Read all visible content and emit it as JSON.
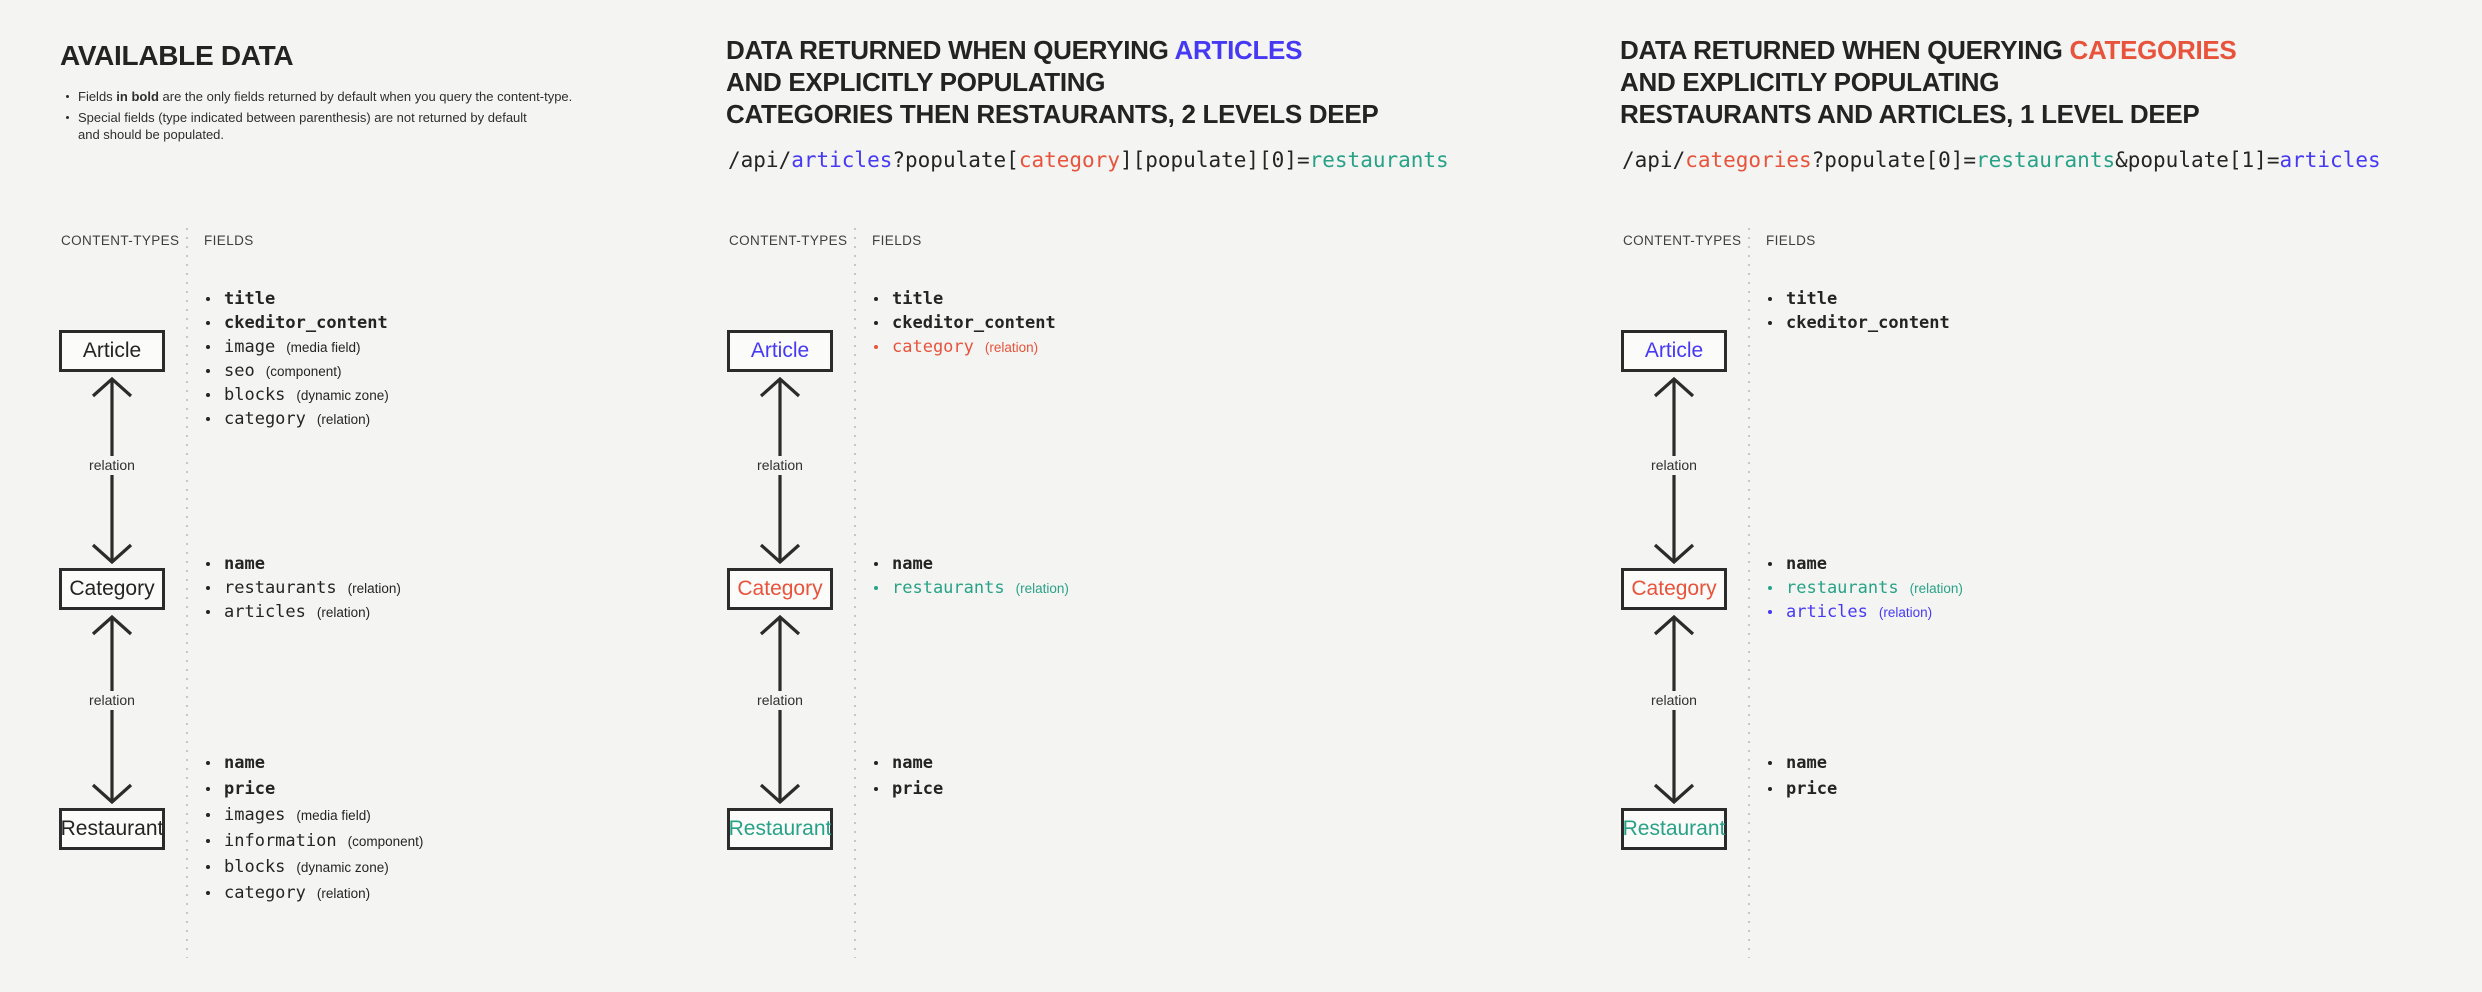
{
  "palette": {
    "background": "#f4f4f2",
    "ink": "#242424",
    "blue": "#4639f4",
    "red": "#e8533c",
    "teal": "#28a287",
    "divider_gray": "#c7c7c5",
    "column_label_gray": "#3f3f3f"
  },
  "panels": [
    {
      "title": "AVAILABLE DATA",
      "notes": {
        "n1": {
          "pre": "Fields ",
          "bold": "in bold",
          "post": " are the only fields returned by default when you query the content-type."
        },
        "n2": {
          "line1": "Special fields (type indicated between parenthesis) are not returned by default",
          "line2": "and should be populated."
        }
      },
      "col_types": "CONTENT-TYPES",
      "col_fields": "FIELDS",
      "relation": "relation",
      "types": {
        "article": {
          "label": "Article",
          "color": "ink",
          "fields": [
            {
              "name": "title",
              "bold": true,
              "color": "ink",
              "note": ""
            },
            {
              "name": "ckeditor_content",
              "bold": true,
              "color": "ink",
              "note": ""
            },
            {
              "name": "image",
              "bold": false,
              "color": "ink",
              "note": "(media field)"
            },
            {
              "name": "seo",
              "bold": false,
              "color": "ink",
              "note": "(component)"
            },
            {
              "name": "blocks",
              "bold": false,
              "color": "ink",
              "note": "(dynamic zone)"
            },
            {
              "name": "category",
              "bold": false,
              "color": "ink",
              "note": "(relation)"
            }
          ]
        },
        "category": {
          "label": "Category",
          "color": "ink",
          "fields": [
            {
              "name": "name",
              "bold": true,
              "color": "ink",
              "note": ""
            },
            {
              "name": "restaurants",
              "bold": false,
              "color": "ink",
              "note": "(relation)"
            },
            {
              "name": "articles",
              "bold": false,
              "color": "ink",
              "note": "(relation)"
            }
          ]
        },
        "restaurant": {
          "label": "Restaurant",
          "color": "ink",
          "fields": [
            {
              "name": "name",
              "bold": true,
              "color": "ink",
              "note": ""
            },
            {
              "name": "price",
              "bold": true,
              "color": "ink",
              "note": ""
            },
            {
              "name": "images",
              "bold": false,
              "color": "ink",
              "note": "(media field)"
            },
            {
              "name": "information",
              "bold": false,
              "color": "ink",
              "note": "(component)"
            },
            {
              "name": "blocks",
              "bold": false,
              "color": "ink",
              "note": "(dynamic zone)"
            },
            {
              "name": "category",
              "bold": false,
              "color": "ink",
              "note": "(relation)"
            }
          ]
        }
      }
    },
    {
      "heading": {
        "l1": {
          "pre": "DATA RETURNED WHEN QUERYING ",
          "accent": "ARTICLES",
          "color": "blue"
        },
        "l2": "AND EXPLICITLY POPULATING",
        "l3": "CATEGORIES THEN RESTAURANTS, 2 LEVELS DEEP"
      },
      "code": [
        {
          "text": "/api/",
          "color": "ink"
        },
        {
          "text": "articles",
          "color": "blue"
        },
        {
          "text": "?populate[",
          "color": "ink"
        },
        {
          "text": "category",
          "color": "red"
        },
        {
          "text": "][populate][0]=",
          "color": "ink"
        },
        {
          "text": "restaurants",
          "color": "teal"
        }
      ],
      "col_types": "CONTENT-TYPES",
      "col_fields": "FIELDS",
      "relation": "relation",
      "types": {
        "article": {
          "label": "Article",
          "color": "blue",
          "fields": [
            {
              "name": "title",
              "bold": true,
              "color": "ink",
              "note": ""
            },
            {
              "name": "ckeditor_content",
              "bold": true,
              "color": "ink",
              "note": ""
            },
            {
              "name": "category",
              "bold": false,
              "color": "red",
              "note": "(relation)"
            }
          ]
        },
        "category": {
          "label": "Category",
          "color": "red",
          "fields": [
            {
              "name": "name",
              "bold": true,
              "color": "ink",
              "note": ""
            },
            {
              "name": "restaurants",
              "bold": false,
              "color": "teal",
              "note": "(relation)"
            }
          ]
        },
        "restaurant": {
          "label": "Restaurant",
          "color": "teal",
          "fields": [
            {
              "name": "name",
              "bold": true,
              "color": "ink",
              "note": ""
            },
            {
              "name": "price",
              "bold": true,
              "color": "ink",
              "note": ""
            }
          ]
        }
      }
    },
    {
      "heading": {
        "l1": {
          "pre": "DATA RETURNED WHEN QUERYING ",
          "accent": "CATEGORIES",
          "color": "red"
        },
        "l2": "AND EXPLICITLY POPULATING",
        "l3": "RESTAURANTS AND ARTICLES, 1 LEVEL DEEP"
      },
      "code": [
        {
          "text": "/api/",
          "color": "ink"
        },
        {
          "text": "categories",
          "color": "red"
        },
        {
          "text": "?populate[0]=",
          "color": "ink"
        },
        {
          "text": "restaurants",
          "color": "teal"
        },
        {
          "text": "&populate[1]=",
          "color": "ink"
        },
        {
          "text": "articles",
          "color": "blue"
        }
      ],
      "col_types": "CONTENT-TYPES",
      "col_fields": "FIELDS",
      "relation": "relation",
      "types": {
        "article": {
          "label": "Article",
          "color": "blue",
          "fields": [
            {
              "name": "title",
              "bold": true,
              "color": "ink",
              "note": ""
            },
            {
              "name": "ckeditor_content",
              "bold": true,
              "color": "ink",
              "note": ""
            }
          ]
        },
        "category": {
          "label": "Category",
          "color": "red",
          "fields": [
            {
              "name": "name",
              "bold": true,
              "color": "ink",
              "note": ""
            },
            {
              "name": "restaurants",
              "bold": false,
              "color": "teal",
              "note": "(relation)"
            },
            {
              "name": "articles",
              "bold": false,
              "color": "blue",
              "note": "(relation)"
            }
          ]
        },
        "restaurant": {
          "label": "Restaurant",
          "color": "teal",
          "fields": [
            {
              "name": "name",
              "bold": true,
              "color": "ink",
              "note": ""
            },
            {
              "name": "price",
              "bold": true,
              "color": "ink",
              "note": ""
            }
          ]
        }
      }
    }
  ]
}
